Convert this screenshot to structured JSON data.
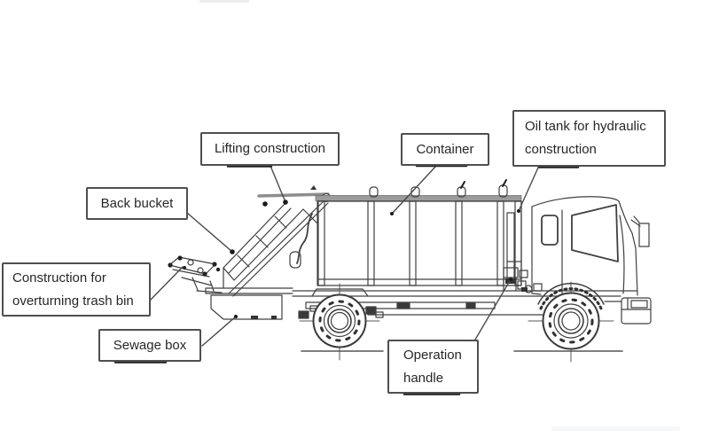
{
  "diagram": {
    "subject": "Garbage compactor truck side-view technical line drawing with part callouts",
    "labels": {
      "lifting_construction": {
        "text": "Lifting construction"
      },
      "container": {
        "text": "Container"
      },
      "oil_tank": {
        "line1": "Oil tank for hydraulic",
        "line2": "construction"
      },
      "back_bucket": {
        "text": "Back bucket"
      },
      "overturning_construction": {
        "line1": "Construction for",
        "line2": "overturning trash bin"
      },
      "sewage_box": {
        "text": "Sewage box"
      },
      "operation_handle": {
        "line1": "Operation",
        "line2": "handle"
      }
    },
    "colors": {
      "line": "#404040",
      "box_border": "#4f4f4f",
      "text": "#272727",
      "background": "#ffffff"
    }
  }
}
